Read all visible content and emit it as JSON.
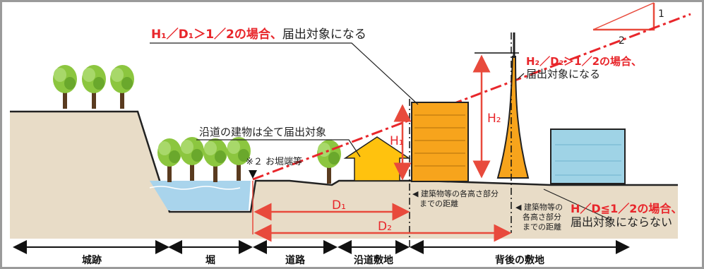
{
  "colors": {
    "accent_red": "#e8262b",
    "dimension_red": "#e84a3c",
    "building_orange": "#f7a41c",
    "house_yellow": "#ffc20e",
    "building_blue": "#9fd3e6",
    "moat_water": "#a9d4ec",
    "tree_green": "#8cc63f",
    "ground": "#e8dcc7",
    "frame_gray": "#9a9a9a"
  },
  "icons": [
    "tree-icon",
    "house-icon",
    "marker-triangle-icon"
  ],
  "slope": {
    "rise": "1",
    "run": "2"
  },
  "annotations": {
    "cond1_red": "H₁／D₁＞1／2の場合、",
    "cond1_black": "届出対象になる",
    "cond2_red": "H₂／D₂＞1／2の場合、",
    "cond2_black": "届出対象になる",
    "cond3_red": "H／D≦1／2の場合、",
    "cond3_black": "届出対象にならない",
    "roadside": "沿道の建物は全て届出対象",
    "moat_edge": "※２ お堀端等",
    "dist1_line1": "建築物等の各高さ部分",
    "dist1_line2": "までの距離",
    "dist2_line1": "建築物等の",
    "dist2_line2": "各高さ部分",
    "dist2_line3": "までの距離"
  },
  "dimensions": {
    "h1": "H₁",
    "h2": "H₂",
    "d1": "D₁",
    "d2": "D₂"
  },
  "zones": [
    {
      "label": "城跡"
    },
    {
      "label": "堀"
    },
    {
      "label": "道路"
    },
    {
      "label": "沿道敷地"
    },
    {
      "label": "背後の敷地"
    }
  ]
}
